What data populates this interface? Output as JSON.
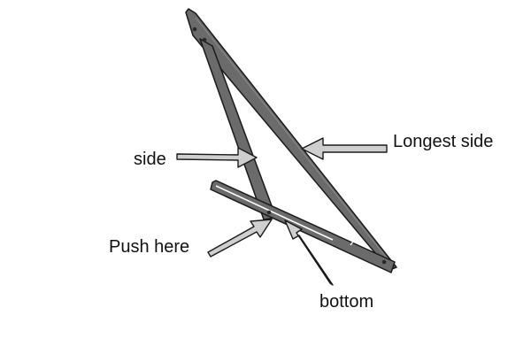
{
  "labels": {
    "side": "side",
    "longest_side": "Longest side",
    "push_here": "Push here",
    "bottom": "bottom"
  },
  "colors": {
    "bar_fill": "#6b6b6b",
    "bar_stroke": "#1a1a1a",
    "arrow_fill": "#cfcfcf",
    "arrow_stroke": "#1a1a1a",
    "highlight": "#ffffff"
  }
}
